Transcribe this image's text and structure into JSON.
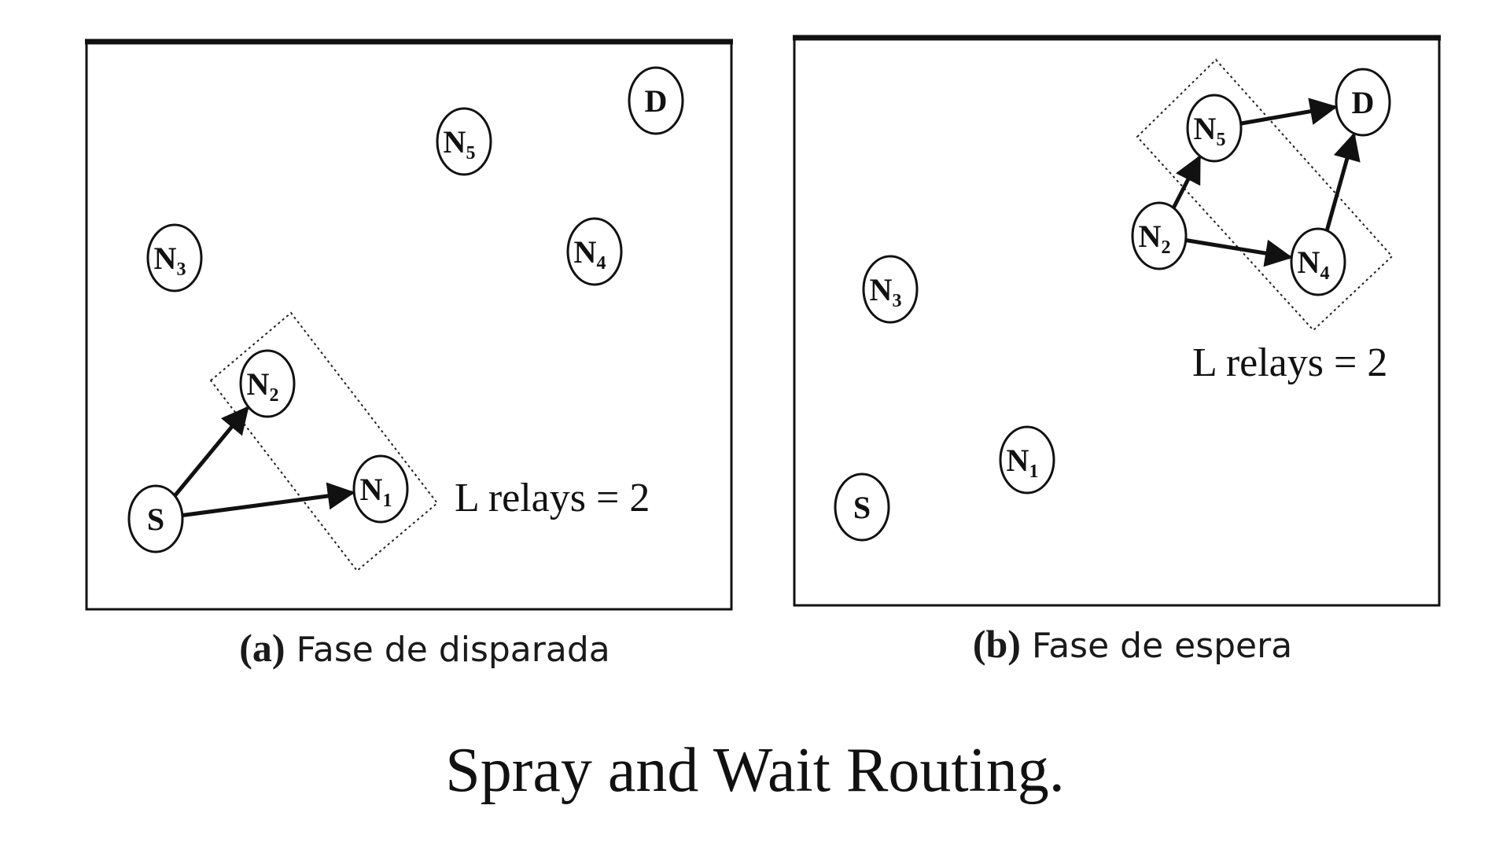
{
  "title": "Spray and Wait Routing.",
  "panels": [
    {
      "id": "a",
      "letter": "(a)",
      "caption": "Fase de disparada",
      "relay_label": "L relays = 2",
      "nodes": [
        {
          "id": "S",
          "main": "S",
          "sub": ""
        },
        {
          "id": "N1",
          "main": "N",
          "sub": "1"
        },
        {
          "id": "N2",
          "main": "N",
          "sub": "2"
        },
        {
          "id": "N3",
          "main": "N",
          "sub": "3"
        },
        {
          "id": "N4",
          "main": "N",
          "sub": "4"
        },
        {
          "id": "N5",
          "main": "N",
          "sub": "5"
        },
        {
          "id": "D",
          "main": "D",
          "sub": ""
        }
      ],
      "edges": [
        {
          "from": "S",
          "to": "N2"
        },
        {
          "from": "S",
          "to": "N1"
        }
      ],
      "relay_group": [
        "N1",
        "N2"
      ]
    },
    {
      "id": "b",
      "letter": "(b)",
      "caption": "Fase de espera",
      "relay_label": "L relays = 2",
      "nodes": [
        {
          "id": "S",
          "main": "S",
          "sub": ""
        },
        {
          "id": "N1",
          "main": "N",
          "sub": "1"
        },
        {
          "id": "N2",
          "main": "N",
          "sub": "2"
        },
        {
          "id": "N3",
          "main": "N",
          "sub": "3"
        },
        {
          "id": "N4",
          "main": "N",
          "sub": "4"
        },
        {
          "id": "N5",
          "main": "N",
          "sub": "5"
        },
        {
          "id": "D",
          "main": "D",
          "sub": ""
        }
      ],
      "edges": [
        {
          "from": "N2",
          "to": "N5"
        },
        {
          "from": "N2",
          "to": "N4"
        },
        {
          "from": "N5",
          "to": "D"
        },
        {
          "from": "N4",
          "to": "D"
        }
      ],
      "relay_group": [
        "N5",
        "N4"
      ]
    }
  ]
}
